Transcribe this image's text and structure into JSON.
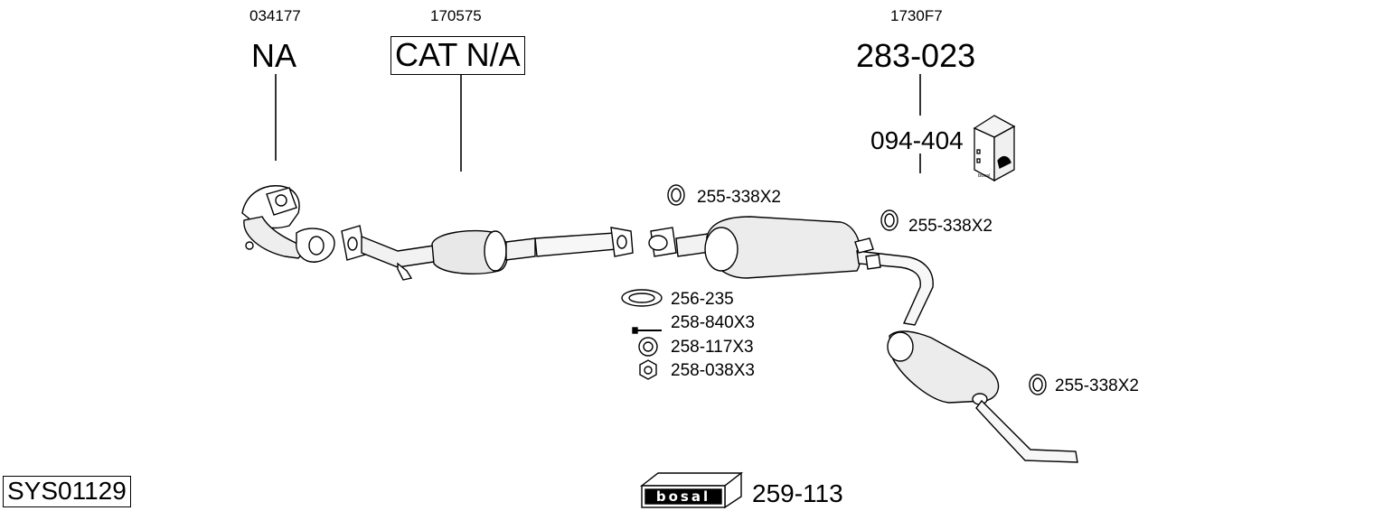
{
  "system_code": "SYS01129",
  "brand_logo_text": "bosal",
  "columns": [
    {
      "code": "034177",
      "part": "NA"
    },
    {
      "code": "170575",
      "part": "CAT N/A"
    },
    {
      "code": "1730F7",
      "part": "283-023"
    }
  ],
  "bracket_part": "094-404",
  "gasket_labels": [
    "255-338X2",
    "255-338X2",
    "255-338X2"
  ],
  "fitting_labels": [
    "256-235",
    "258-840X3",
    "258-117X3",
    "258-038X3"
  ],
  "mounting_kit": "259-113"
}
